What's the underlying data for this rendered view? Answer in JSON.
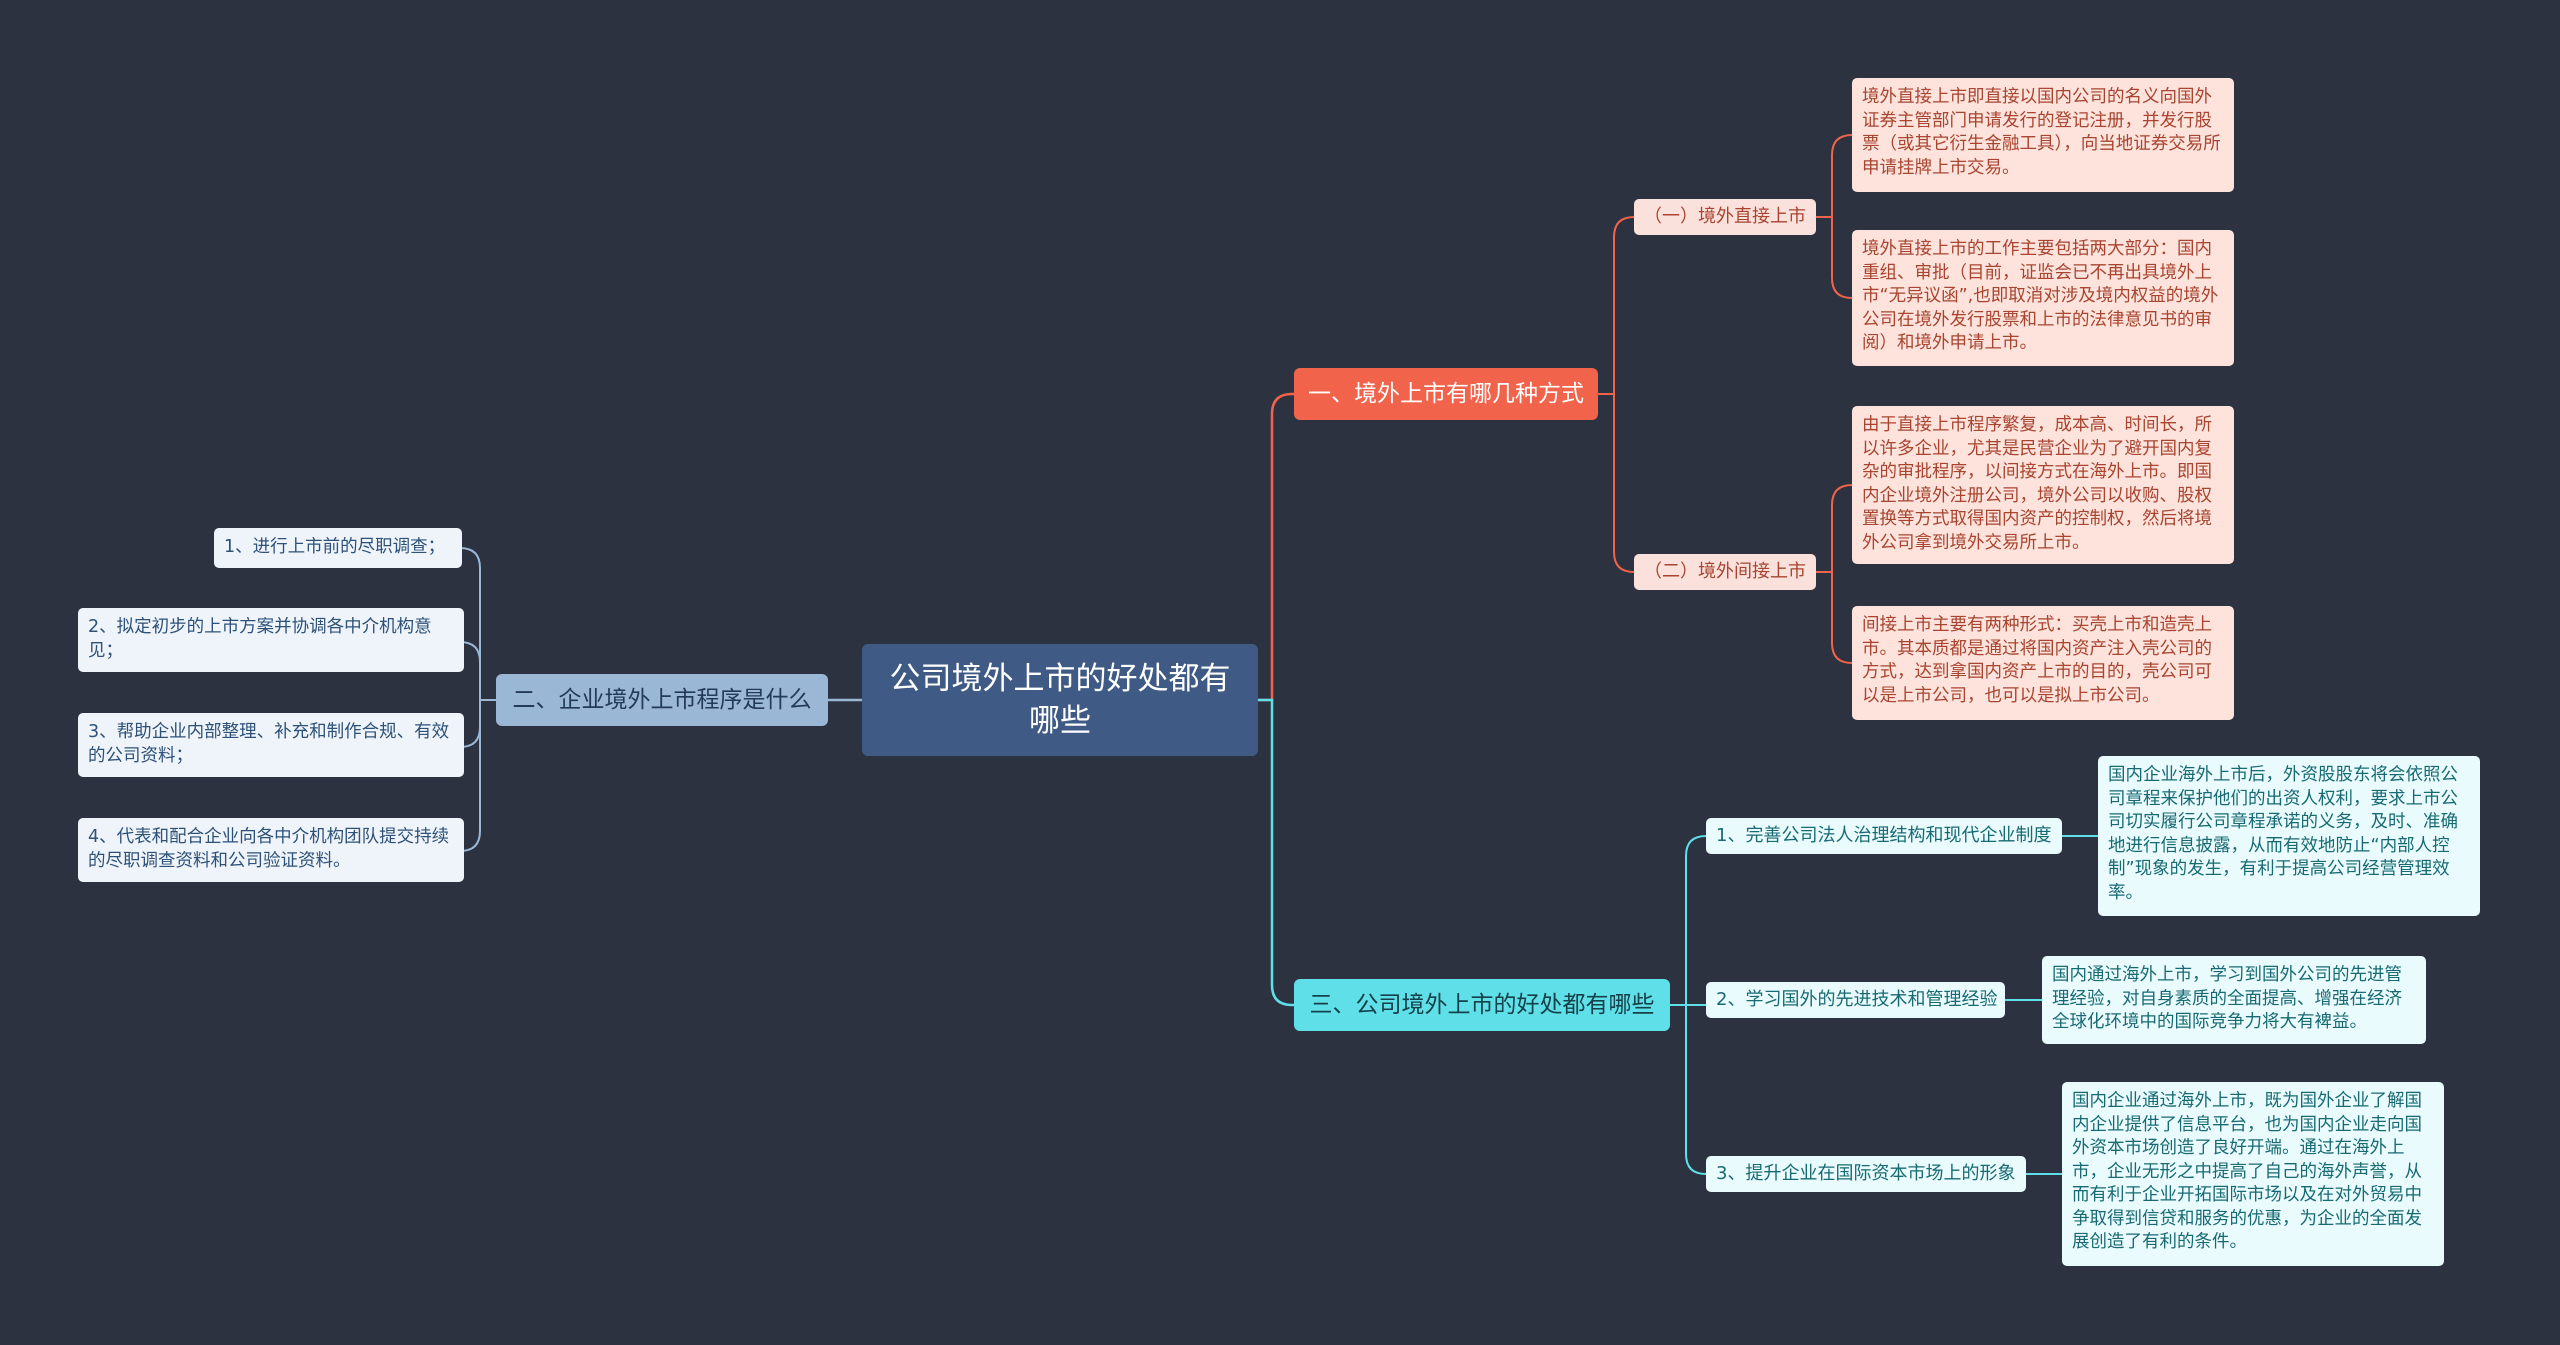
{
  "root": {
    "title": "公司境外上市的好处都有哪些"
  },
  "branch1": {
    "label": "一、境外上市有哪几种方式",
    "sub1": {
      "label": "（一）境外直接上市",
      "leaves": [
        "境外直接上市即直接以国内公司的名义向国外证券主管部门申请发行的登记注册，并发行股票（或其它衍生金融工具），向当地证券交易所申请挂牌上市交易。",
        "境外直接上市的工作主要包括两大部分：国内重组、审批（目前，证监会已不再出具境外上市“无异议函”,也即取消对涉及境内权益的境外公司在境外发行股票和上市的法律意见书的审阅）和境外申请上市。"
      ]
    },
    "sub2": {
      "label": "（二）境外间接上市",
      "leaves": [
        "由于直接上市程序繁复，成本高、时间长，所以许多企业，尤其是民营企业为了避开国内复杂的审批程序，以间接方式在海外上市。即国内企业境外注册公司，境外公司以收购、股权置换等方式取得国内资产的控制权，然后将境外公司拿到境外交易所上市。",
        "间接上市主要有两种形式：买壳上市和造壳上市。其本质都是通过将国内资产注入壳公司的方式，达到拿国内资产上市的目的，壳公司可以是上市公司，也可以是拟上市公司。"
      ]
    }
  },
  "branch2": {
    "label": "二、企业境外上市程序是什么",
    "leaves": [
      "1、进行上市前的尽职调查；",
      "2、拟定初步的上市方案并协调各中介机构意见；",
      "3、帮助企业内部整理、补充和制作合规、有效的公司资料；",
      "4、代表和配合企业向各中介机构团队提交持续的尽职调查资料和公司验证资料。"
    ]
  },
  "branch3": {
    "label": "三、公司境外上市的好处都有哪些",
    "items": [
      {
        "label": "1、完善公司法人治理结构和现代企业制度",
        "detail": "国内企业海外上市后，外资股股东将会依照公司章程来保护他们的出资人权利，要求上市公司切实履行公司章程承诺的义务，及时、准确地进行信息披露，从而有效地防止“内部人控制”现象的发生，有利于提高公司经营管理效率。"
      },
      {
        "label": "2、学习国外的先进技术和管理经验",
        "detail": "国内通过海外上市，学习到国外公司的先进管理经验，对自身素质的全面提高、增强在经济全球化环境中的国际竞争力将大有裨益。"
      },
      {
        "label": "3、提升企业在国际资本市场上的形象",
        "detail": "国内企业通过海外上市，既为国外企业了解国内企业提供了信息平台，也为国内企业走向国外资本市场创造了良好开端。通过在海外上市，企业无形之中提高了自己的海外声誉，从而有利于企业开拓国际市场以及在对外贸易中争取得到信贷和服务的优惠，为企业的全面发展创造了有利的条件。"
      }
    ]
  },
  "colors": {
    "background": "#2c3240",
    "root": "#3e5a85",
    "branch_red": "#f1634a",
    "branch_blue": "#9ab7d6",
    "branch_cyan": "#5fe0e8"
  }
}
